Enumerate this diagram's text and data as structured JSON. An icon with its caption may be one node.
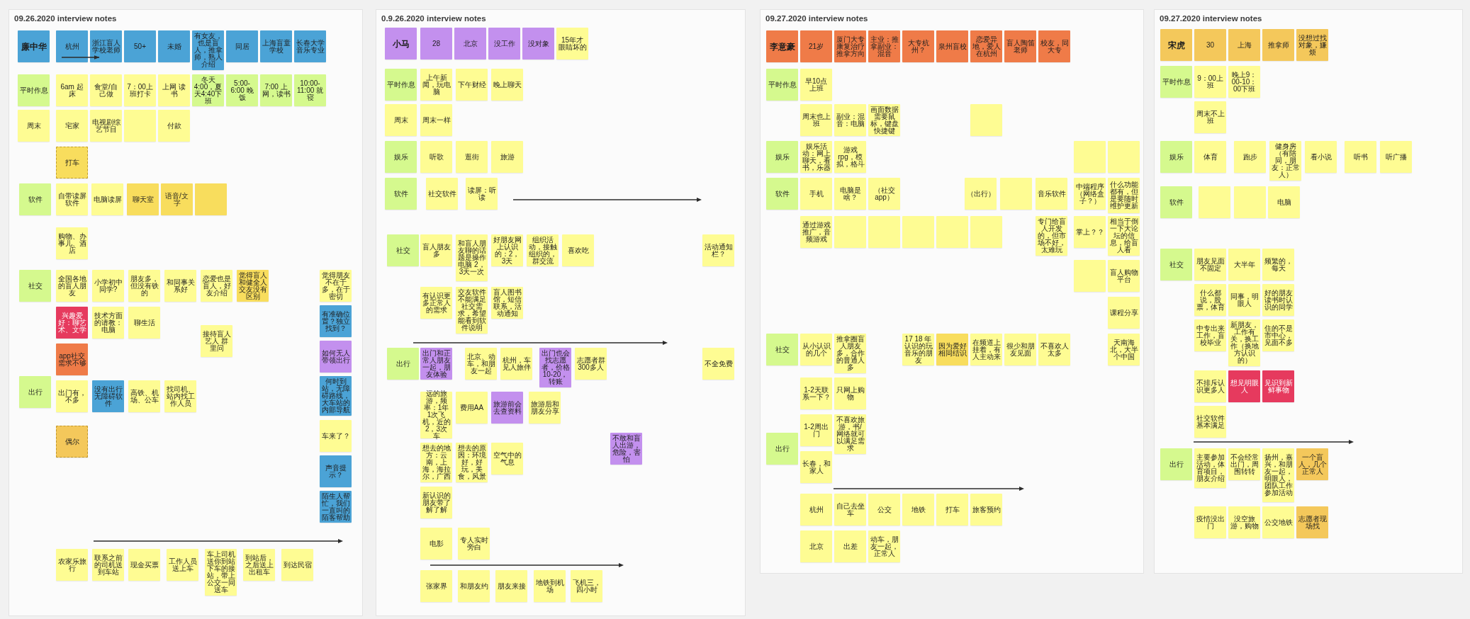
{
  "diagram": {
    "nodes": [
      {
        "text": [
          "09.26.2020 interview notes"
        ]
      },
      {
        "text": [
          "廉中华"
        ],
        "in": 0
      },
      {
        "text": [
          "杭州"
        ],
        "in": 0
      },
      {
        "text": [
          "浙江盲人学校老师"
        ],
        "in": 0
      },
      {
        "text": [
          "50+"
        ],
        "in": 0
      },
      {
        "text": [
          "未婚"
        ],
        "in": 0
      },
      {
        "text": [
          "有女友，也是盲人，推拿师，熟人介绍"
        ],
        "in": 0
      },
      {
        "text": [
          "同居"
        ],
        "in": 0
      },
      {
        "text": [
          "上海盲童学校"
        ],
        "in": 0
      },
      {
        "text": [
          "长春大学音乐专业"
        ],
        "in": 0
      },
      {
        "text": [
          "平时作息"
        ],
        "in": 0
      },
      {
        "text": [
          "6am 起床"
        ],
        "in": 0
      },
      {
        "text": [
          "食堂/自己做"
        ],
        "in": 0
      },
      {
        "text": [
          "7：00上班打卡"
        ],
        "in": 0
      },
      {
        "text": [
          "上网 读书"
        ],
        "in": 0
      },
      {
        "text": [
          "冬天4:00，夏天4:40下班"
        ],
        "in": 0
      },
      {
        "text": [
          "5:00-6:00 晚饭"
        ],
        "in": 0
      },
      {
        "text": [
          "7:00 上网，读书"
        ],
        "in": 0
      },
      {
        "text": [
          "10:00-11:00 就寝"
        ],
        "in": 0
      },
      {
        "text": [
          "周末"
        ],
        "in": 0
      },
      {
        "text": [
          "宅家"
        ],
        "in": 0
      },
      {
        "text": [
          "电视剧综艺节目"
        ],
        "in": 0
      },
      {
        "text": [],
        "shape": "box",
        "in": 0
      },
      {
        "text": [
          "付款"
        ],
        "in": 0
      },
      {
        "text": [
          "打车"
        ],
        "in": 0
      },
      {
        "text": [
          "软件"
        ],
        "in": 0
      },
      {
        "text": [
          "自带读屏软件"
        ],
        "in": 0
      },
      {
        "text": [
          "电脑读屏"
        ],
        "in": 0
      },
      {
        "text": [
          "聊天室"
        ],
        "in": 0
      },
      {
        "text": [
          "语音/文字"
        ],
        "in": 0
      },
      {
        "text": [],
        "shape": "box",
        "in": 0
      },
      {
        "text": [
          "购物、办事儿、酒店"
        ],
        "in": 0
      },
      {
        "text": [
          "社交"
        ],
        "in": 0
      },
      {
        "text": [
          "全国各地的盲人朋友"
        ],
        "in": 0
      },
      {
        "text": [
          "小学初中同学?"
        ],
        "in": 0
      },
      {
        "text": [
          "朋友多，但没有铁的"
        ],
        "in": 0
      },
      {
        "text": [
          "和同事关系好"
        ],
        "in": 0
      },
      {
        "text": [
          "恋爱也是盲人，好友介绍"
        ],
        "in": 0
      },
      {
        "text": [
          "觉得盲人和健全人交友没有区别"
        ],
        "in": 0
      },
      {
        "text": [
          "觉得朋友不在于多，在于密切"
        ],
        "in": 0
      },
      {
        "text": [
          "兴趣爱好：聊艺术、文学"
        ],
        "in": 0
      },
      {
        "text": [
          "技术方面的请教：电脑"
        ],
        "in": 0
      },
      {
        "text": [
          "聊生活"
        ],
        "in": 0
      },
      {
        "text": [
          "有准确位置？独立找到？"
        ],
        "in": 0
      },
      {
        "text": [
          "接待盲人艺人 群里问"
        ],
        "in": 0
      },
      {
        "text": [
          "app社交需求不够"
        ],
        "in": 0
      },
      {
        "text": [
          "如何无人带领出行"
        ],
        "in": 0
      },
      {
        "text": [
          "出行"
        ],
        "in": 0
      },
      {
        "text": [
          "出门有，不多"
        ],
        "in": 0
      },
      {
        "text": [
          "没有出行无障碍软件"
        ],
        "in": 0
      },
      {
        "text": [
          "高铁、机场、公车"
        ],
        "in": 0
      },
      {
        "text": [
          "找司机、站内找工作人员"
        ],
        "in": 0
      },
      {
        "text": [
          "何时到站，无障碍路线，大车站的内部导航"
        ],
        "in": 0
      },
      {
        "text": [
          "车来了？"
        ],
        "in": 0
      },
      {
        "text": [
          "偶尔"
        ],
        "in": 0
      },
      {
        "text": [
          "声音提示？"
        ],
        "in": 0
      },
      {
        "text": [
          "陌生人帮忙，我们一直叫的陌客帮助"
        ],
        "in": 0
      },
      {
        "text": [
          "农家乐旅行"
        ],
        "in": 0
      },
      {
        "text": [
          "联系之前的司机送到车站"
        ],
        "in": 0
      },
      {
        "text": [
          "现金买票"
        ],
        "in": 0
      },
      {
        "text": [
          "工作人员送上车"
        ],
        "in": 0
      },
      {
        "text": [
          "车上司机送你到站下车的接站，带上公交一同送车"
        ],
        "in": 0
      },
      {
        "text": [
          "到站后，之后送上出租车"
        ],
        "in": 0
      },
      {
        "text": [
          "到达民宿"
        ],
        "in": 0
      },
      {
        "text": [
          "0.9.26.2020 interview notes"
        ]
      },
      {
        "text": [
          "小马"
        ],
        "in": 64
      },
      {
        "text": [
          "28"
        ],
        "in": 64
      },
      {
        "text": [
          "北京"
        ],
        "in": 64
      },
      {
        "text": [
          "没工作"
        ],
        "in": 64
      },
      {
        "text": [
          "没对象"
        ],
        "in": 64
      },
      {
        "text": [
          "15年才眼睛坏的"
        ],
        "in": 64
      },
      {
        "text": [
          "平时作息"
        ],
        "in": 64
      },
      {
        "text": [
          "上午新闻，玩电脑"
        ],
        "in": 64
      },
      {
        "text": [
          "下午财经"
        ],
        "in": 64
      },
      {
        "text": [
          "晚上聊天"
        ],
        "in": 64
      },
      {
        "text": [
          "周末"
        ],
        "in": 64
      },
      {
        "text": [
          "周末一样"
        ],
        "in": 64
      },
      {
        "text": [
          "娱乐"
        ],
        "in": 64
      },
      {
        "text": [
          "听歌"
        ],
        "in": 64
      },
      {
        "text": [
          "逛街"
        ],
        "in": 64
      },
      {
        "text": [
          "旅游"
        ],
        "in": 64
      },
      {
        "text": [
          "软件"
        ],
        "in": 64
      },
      {
        "text": [
          "社交软件"
        ],
        "in": 64
      },
      {
        "text": [
          "读屏：听读"
        ],
        "in": 64
      },
      {
        "text": [
          "社交"
        ],
        "in": 64
      },
      {
        "text": [
          "盲人朋友多"
        ],
        "in": 64
      },
      {
        "text": [
          "和盲人朋友聊的话题是操作电脑 2，3天一次"
        ],
        "in": 64
      },
      {
        "text": [
          "好朋友网上认识的：2，3天"
        ],
        "in": 64
      },
      {
        "text": [
          "组织活动，接触组织的，群交流"
        ],
        "in": 64
      },
      {
        "text": [
          "喜欢吃"
        ],
        "in": 64
      },
      {
        "text": [
          "活动通知栏？"
        ],
        "in": 64
      },
      {
        "text": [
          "有认识更多正常人的需求"
        ],
        "in": 64
      },
      {
        "text": [
          "交友软件不能满足社交需求，希望能看到软件说明"
        ],
        "in": 64
      },
      {
        "text": [
          "盲人图书馆，短信联系，活动通知"
        ],
        "in": 64
      },
      {
        "text": [
          "出行"
        ],
        "in": 64
      },
      {
        "text": [
          "出门和正常人朋友一起，朋友体验"
        ],
        "in": 64
      },
      {
        "text": [
          "北京、动车，和朋友一起"
        ],
        "in": 64
      },
      {
        "text": [
          "杭州，车见人旅伴"
        ],
        "in": 64
      },
      {
        "text": [
          "出门也会找志愿者，价格10-20，转账"
        ],
        "in": 64
      },
      {
        "text": [
          "志愿者群300多人"
        ],
        "in": 64
      },
      {
        "text": [
          "不全免费"
        ],
        "in": 64
      },
      {
        "text": [
          "远的旅游，频率：1年1次飞机，近的2，3次车"
        ],
        "in": 64
      },
      {
        "text": [
          "费用AA"
        ],
        "in": 64
      },
      {
        "text": [
          "旅游前会去查资料"
        ],
        "in": 64
      },
      {
        "text": [
          "旅游后和朋友分享"
        ],
        "in": 64
      },
      {
        "text": [
          "想去的地方：云南，上海，海拉尔，广西"
        ],
        "in": 64
      },
      {
        "text": [
          "想去的原因：环境好，好玩，美食，风景"
        ],
        "in": 64
      },
      {
        "text": [
          "空气中的气息"
        ],
        "in": 64
      },
      {
        "text": [
          "不敢和盲人出游，危险，害怕"
        ],
        "in": 64
      },
      {
        "text": [
          "新认识的朋友带了解了解"
        ],
        "in": 64
      },
      {
        "text": [
          "电影"
        ],
        "in": 64
      },
      {
        "text": [
          "专人实时旁白"
        ],
        "in": 64
      },
      {
        "text": [
          "张家界"
        ],
        "in": 64
      },
      {
        "text": [
          "和朋友约"
        ],
        "in": 64
      },
      {
        "text": [
          "朋友来接"
        ],
        "in": 64
      },
      {
        "text": [
          "地铁到机场"
        ],
        "in": 64
      },
      {
        "text": [
          "飞机三，四小时"
        ],
        "in": 64
      },
      {
        "text": [
          "09.27.2020 interview notes"
        ]
      },
      {
        "text": [
          "李意豪"
        ],
        "in": 117
      },
      {
        "text": [
          "21岁"
        ],
        "in": 117
      },
      {
        "text": [
          "厦门大专康复治疗推拿方向"
        ],
        "in": 117
      },
      {
        "text": [
          "主业：推拿副业：混音"
        ],
        "in": 117
      },
      {
        "text": [
          "大专杭州？"
        ],
        "in": 117
      },
      {
        "text": [
          "泉州盲校"
        ],
        "in": 117
      },
      {
        "text": [
          "恋爱异地，爱人在杭州"
        ],
        "in": 117
      },
      {
        "text": [
          "盲人陶笛老师"
        ],
        "in": 117
      },
      {
        "text": [
          "校友，同大专"
        ],
        "in": 117
      },
      {
        "text": [
          "平时作息"
        ],
        "in": 117
      },
      {
        "text": [
          "早10点上班"
        ],
        "in": 117
      },
      {
        "text": [
          "周末也上班"
        ],
        "in": 117
      },
      {
        "text": [
          "副业：混音：电脑"
        ],
        "in": 117
      },
      {
        "text": [
          "画面数据需要鼠标，键盘快捷键"
        ],
        "in": 117
      },
      {
        "text": [],
        "shape": "box",
        "in": 117
      },
      {
        "text": [
          "娱乐"
        ],
        "in": 117
      },
      {
        "text": [
          "娱乐活动：网上聊天，看书，乐器"
        ],
        "in": 117
      },
      {
        "text": [
          "游戏rpg，模拟，格斗"
        ],
        "in": 117
      },
      {
        "text": [],
        "shape": "box",
        "in": 117
      },
      {
        "text": [],
        "shape": "box",
        "in": 117
      },
      {
        "text": [
          "软件"
        ],
        "in": 117
      },
      {
        "text": [
          "手机"
        ],
        "in": 117
      },
      {
        "text": [
          "电脑是啥？"
        ],
        "in": 117
      },
      {
        "text": [
          "（社交app）"
        ],
        "in": 117
      },
      {
        "text": [
          "（出行）"
        ],
        "in": 117
      },
      {
        "text": [],
        "shape": "box",
        "in": 117
      },
      {
        "text": [
          "音乐软件"
        ],
        "in": 117
      },
      {
        "text": [
          "中端程序（网络盒子？）"
        ],
        "in": 117
      },
      {
        "text": [
          "什么功能都有，但是要随时维护更新"
        ],
        "in": 117
      },
      {
        "text": [
          "通过游戏推广，音频游戏"
        ],
        "in": 117
      },
      {
        "text": [],
        "shape": "box",
        "in": 117
      },
      {
        "text": [],
        "shape": "box",
        "in": 117
      },
      {
        "text": [],
        "shape": "box",
        "in": 117
      },
      {
        "text": [],
        "shape": "box",
        "in": 117
      },
      {
        "text": [],
        "shape": "box",
        "in": 117
      },
      {
        "text": [
          "专门给盲人开发的，但市场不好，太难玩"
        ],
        "in": 117
      },
      {
        "text": [
          "掌上？？"
        ],
        "in": 117
      },
      {
        "text": [
          "相当于倒一下大论坛的信息，给盲人看"
        ],
        "in": 117
      },
      {
        "text": [],
        "shape": "box",
        "in": 117
      },
      {
        "text": [
          "盲人购物平台"
        ],
        "in": 117
      },
      {
        "text": [
          "课程分享"
        ],
        "in": 117
      },
      {
        "text": [
          "社交"
        ],
        "in": 117
      },
      {
        "text": [
          "从小认识的几个"
        ],
        "in": 117
      },
      {
        "text": [
          "推拿圈盲人朋友多，合作的普通人多"
        ],
        "in": 117
      },
      {
        "text": [
          "17 18 年认识的玩音乐的朋友"
        ],
        "in": 117
      },
      {
        "text": [
          "因为爱好相同结识"
        ],
        "in": 117
      },
      {
        "text": [
          "在频道上挂着，有人主动来"
        ],
        "in": 117
      },
      {
        "text": [
          "很少和朋友见面"
        ],
        "in": 117
      },
      {
        "text": [
          "不喜欢人太多"
        ],
        "in": 117
      },
      {
        "text": [
          "天南海北，大半个中国"
        ],
        "in": 117
      },
      {
        "text": [
          "1-2天联系一下？"
        ],
        "in": 117
      },
      {
        "text": [
          "只网上购物"
        ],
        "in": 117
      },
      {
        "text": [
          "1-2周出门"
        ],
        "in": 117
      },
      {
        "text": [
          "不喜欢旅游，书/网络就可以满足需求"
        ],
        "in": 117
      },
      {
        "text": [
          "出行"
        ],
        "in": 117
      },
      {
        "text": [
          "长春，和家人"
        ],
        "in": 117
      },
      {
        "text": [
          "杭州"
        ],
        "in": 117
      },
      {
        "text": [
          "自己去坐车"
        ],
        "in": 117
      },
      {
        "text": [
          "公交"
        ],
        "in": 117
      },
      {
        "text": [
          "地铁"
        ],
        "in": 117
      },
      {
        "text": [
          "打车"
        ],
        "in": 117
      },
      {
        "text": [
          "旅客预约"
        ],
        "in": 117
      },
      {
        "text": [
          "北京"
        ],
        "in": 117
      },
      {
        "text": [
          "出差"
        ],
        "in": 117
      },
      {
        "text": [
          "动车，朋友一起，正常人"
        ],
        "in": 117
      },
      {
        "text": [
          "09.27.2020 interview notes"
        ]
      },
      {
        "text": [
          "宋虎"
        ],
        "in": 183
      },
      {
        "text": [
          "30"
        ],
        "in": 183
      },
      {
        "text": [
          "上海"
        ],
        "in": 183
      },
      {
        "text": [
          "推拿师"
        ],
        "in": 183
      },
      {
        "text": [
          "没想过找对象，嫌烦"
        ],
        "in": 183
      },
      {
        "text": [
          "平时作息"
        ],
        "in": 183
      },
      {
        "text": [
          "9：00上班"
        ],
        "in": 183
      },
      {
        "text": [
          "晚上9：00-10：00下班"
        ],
        "in": 183
      },
      {
        "text": [
          "周末不上班"
        ],
        "in": 183
      },
      {
        "text": [
          "娱乐"
        ],
        "in": 183
      },
      {
        "text": [
          "体育"
        ],
        "in": 183
      },
      {
        "text": [
          "跑步"
        ],
        "in": 183
      },
      {
        "text": [
          "健身房（有陪同，朋友：正常人）"
        ],
        "in": 183
      },
      {
        "text": [
          "看小说"
        ],
        "in": 183
      },
      {
        "text": [
          "听书"
        ],
        "in": 183
      },
      {
        "text": [
          "听广播"
        ],
        "in": 183
      },
      {
        "text": [
          "软件"
        ],
        "in": 183
      },
      {
        "text": [],
        "shape": "box",
        "in": 183
      },
      {
        "text": [],
        "shape": "box",
        "in": 183
      },
      {
        "text": [
          "电脑"
        ],
        "in": 183
      },
      {
        "text": [
          "社交"
        ],
        "in": 183
      },
      {
        "text": [
          "朋友见面不固定"
        ],
        "in": 183
      },
      {
        "text": [
          "大半年"
        ],
        "in": 183
      },
      {
        "text": [
          "频繁的，每天"
        ],
        "in": 183
      },
      {
        "text": [
          "什么都说，股票，体育"
        ],
        "in": 183
      },
      {
        "text": [
          "同事，明眼人"
        ],
        "in": 183
      },
      {
        "text": [
          "好的朋友读书时认识的同学"
        ],
        "in": 183
      },
      {
        "text": [
          "中专出来工作，盲校毕业"
        ],
        "in": 183
      },
      {
        "text": [
          "新朋友，工作有关，换工作（换地方认识的）"
        ],
        "in": 183
      },
      {
        "text": [
          "住的不是市中心，见面不多"
        ],
        "in": 183
      },
      {
        "text": [
          "不排斥认识更多人"
        ],
        "in": 183
      },
      {
        "text": [
          "想见明眼人"
        ],
        "in": 183
      },
      {
        "text": [
          "见识到新鲜事物"
        ],
        "in": 183
      },
      {
        "text": [
          "社交软件基本满足"
        ],
        "in": 183
      },
      {
        "text": [
          "出行"
        ],
        "in": 183
      },
      {
        "text": [
          "主要参加活动，体育项目，朋友介绍"
        ],
        "in": 183
      },
      {
        "text": [
          "不会经常出门，周围转转"
        ],
        "in": 183
      },
      {
        "text": [
          "扬州，嘉兴，和朋友一起，明眼人，团队工作参加活动"
        ],
        "in": 183
      },
      {
        "text": [
          "一个盲人，几个正常人"
        ],
        "in": 183
      },
      {
        "text": [
          "疫情没出门"
        ],
        "in": 183
      },
      {
        "text": [
          "没空旅游，购物"
        ],
        "in": 183
      },
      {
        "text": [
          "公交地铁"
        ],
        "in": 183
      },
      {
        "text": [
          "志愿者现场找"
        ],
        "in": 183
      }
    ],
    "edges": [
      {
        "from": 2,
        "to": 3,
        "arrow": "to"
      }
    ]
  }
}
